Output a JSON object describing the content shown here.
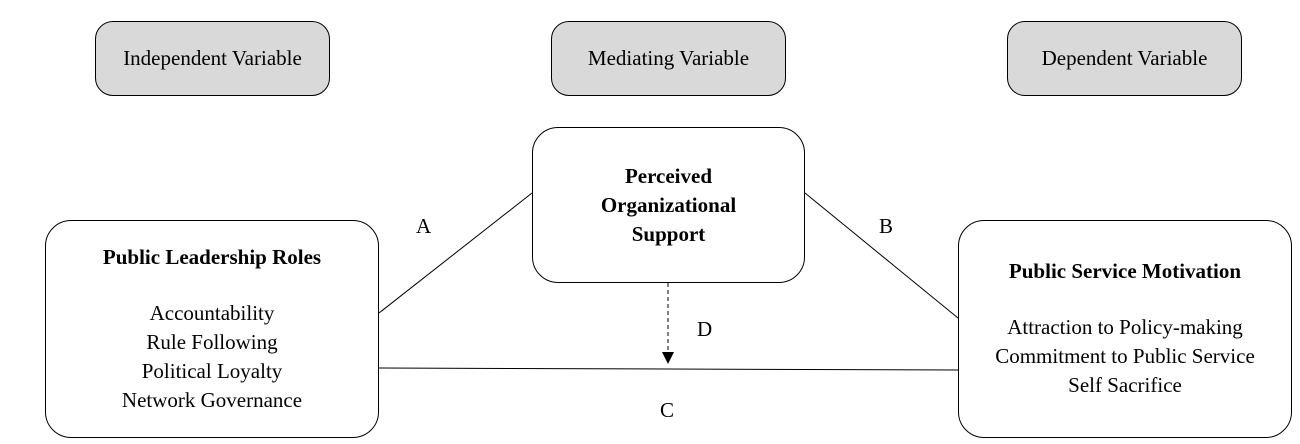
{
  "headers": {
    "independent": "Independent Variable",
    "mediating": "Mediating Variable",
    "dependent": "Dependent Variable"
  },
  "nodes": {
    "mediator": {
      "title_lines": [
        "Perceived",
        "Organizational",
        "Support"
      ]
    },
    "independent": {
      "title": "Public Leadership Roles",
      "items": [
        "Accountability",
        "Rule Following",
        "Political Loyalty",
        "Network Governance"
      ]
    },
    "dependent": {
      "title": "Public Service Motivation",
      "items": [
        "Attraction to Policy-making",
        "Commitment to Public Service",
        "Self Sacrifice"
      ]
    }
  },
  "paths": {
    "a": "A",
    "b": "B",
    "c": "C",
    "d": "D"
  }
}
